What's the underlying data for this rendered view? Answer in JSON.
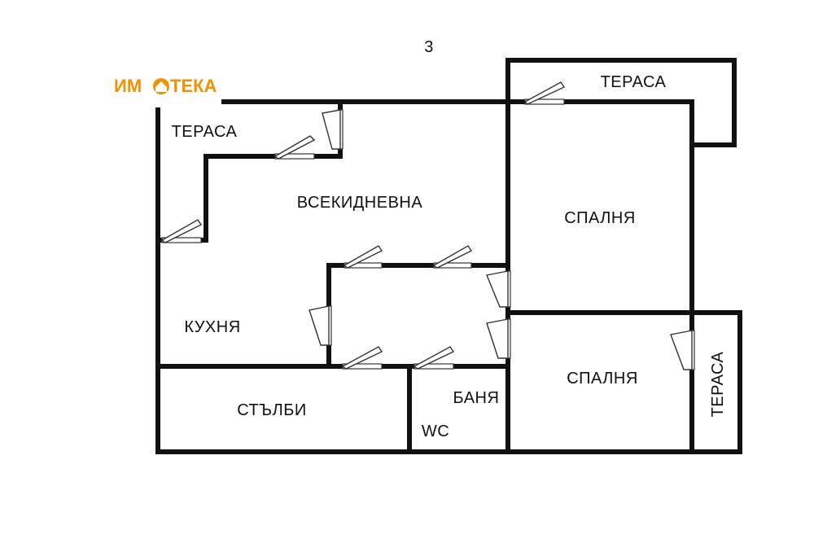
{
  "floor_number": "3",
  "logo": {
    "text_left": "ИМ",
    "text_right": "ТЕКА",
    "color": "#f39200"
  },
  "rooms": {
    "terrace_top_left": "ТЕРАСА",
    "terrace_top_right": "ТЕРАСА",
    "terrace_right": "ТЕРАСА",
    "living_room": "ВСЕКИДНЕВНА",
    "bedroom_top": "СПАЛНЯ",
    "bedroom_bottom": "СПАЛНЯ",
    "kitchen": "КУХНЯ",
    "stairs": "СТЪЛБИ",
    "bathroom": "БАНЯ",
    "wc": "WC"
  },
  "colors": {
    "wall": "#111111",
    "logo_orange": "#f39200"
  }
}
